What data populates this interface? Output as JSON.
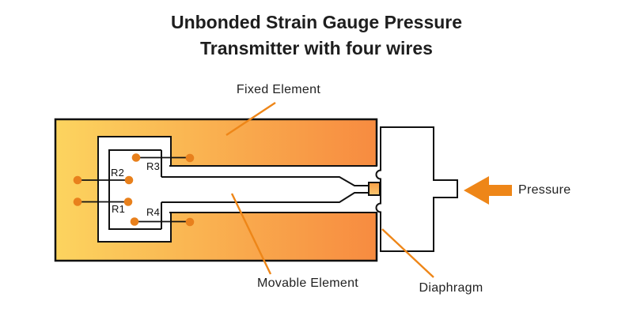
{
  "title": {
    "line1": "Unbonded Strain Gauge Pressure",
    "line2": "Transmitter with four wires"
  },
  "labels": {
    "fixed_element": "Fixed Element",
    "movable_element": "Movable Element",
    "diaphragm": "Diaphragm",
    "pressure": "Pressure"
  },
  "strain_gauges": {
    "r1": "R1",
    "r2": "R2",
    "r3": "R3",
    "r4": "R4"
  },
  "colors": {
    "body_gradient_left": "#FCD45F",
    "body_gradient_right": "#F78B40",
    "tip_block_top": "#F89E45",
    "tip_block_bottom": "#FBC771",
    "annotation_orange": "#EE8618",
    "terminal_dot": "#E8801C",
    "outline": "#111111",
    "text": "#1E1E1E"
  }
}
